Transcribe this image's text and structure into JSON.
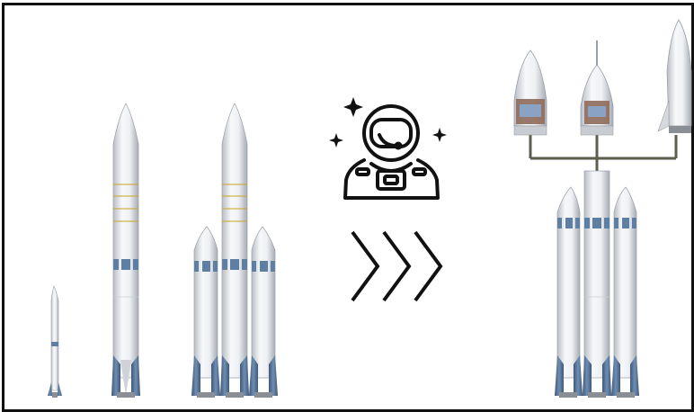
{
  "diagram": {
    "frame_border_color": "#111111",
    "background_color": "#ffffff",
    "rocket_colors": {
      "body_light": "#f2f3f5",
      "body_shade": "#c9ccd2",
      "body_edge": "#9aa0a8",
      "band_gold": "#c9a227",
      "window_blue": "#5f7ea3",
      "fin_blue": "#4f6c8c",
      "engine_dark": "#8a8f96",
      "capsule_cargo": "#8e6a5a",
      "capsule_window": "#8aa3c4"
    },
    "connector_color": "#5d5e4c",
    "icon_color": "#111111",
    "left_group": {
      "items": [
        {
          "kind": "small-rocket"
        },
        {
          "kind": "single-core-rocket"
        },
        {
          "kind": "triple-core-rocket"
        }
      ]
    },
    "middle": {
      "icons": [
        "astronaut-icon",
        "sparkle-icon",
        "chevron-right-icon"
      ],
      "chevron_count": 3
    },
    "right_group": {
      "payloads": [
        "payload-fairing",
        "crew-capsule",
        "spaceplane"
      ],
      "base": "heavy-lift-core-with-boosters"
    }
  }
}
